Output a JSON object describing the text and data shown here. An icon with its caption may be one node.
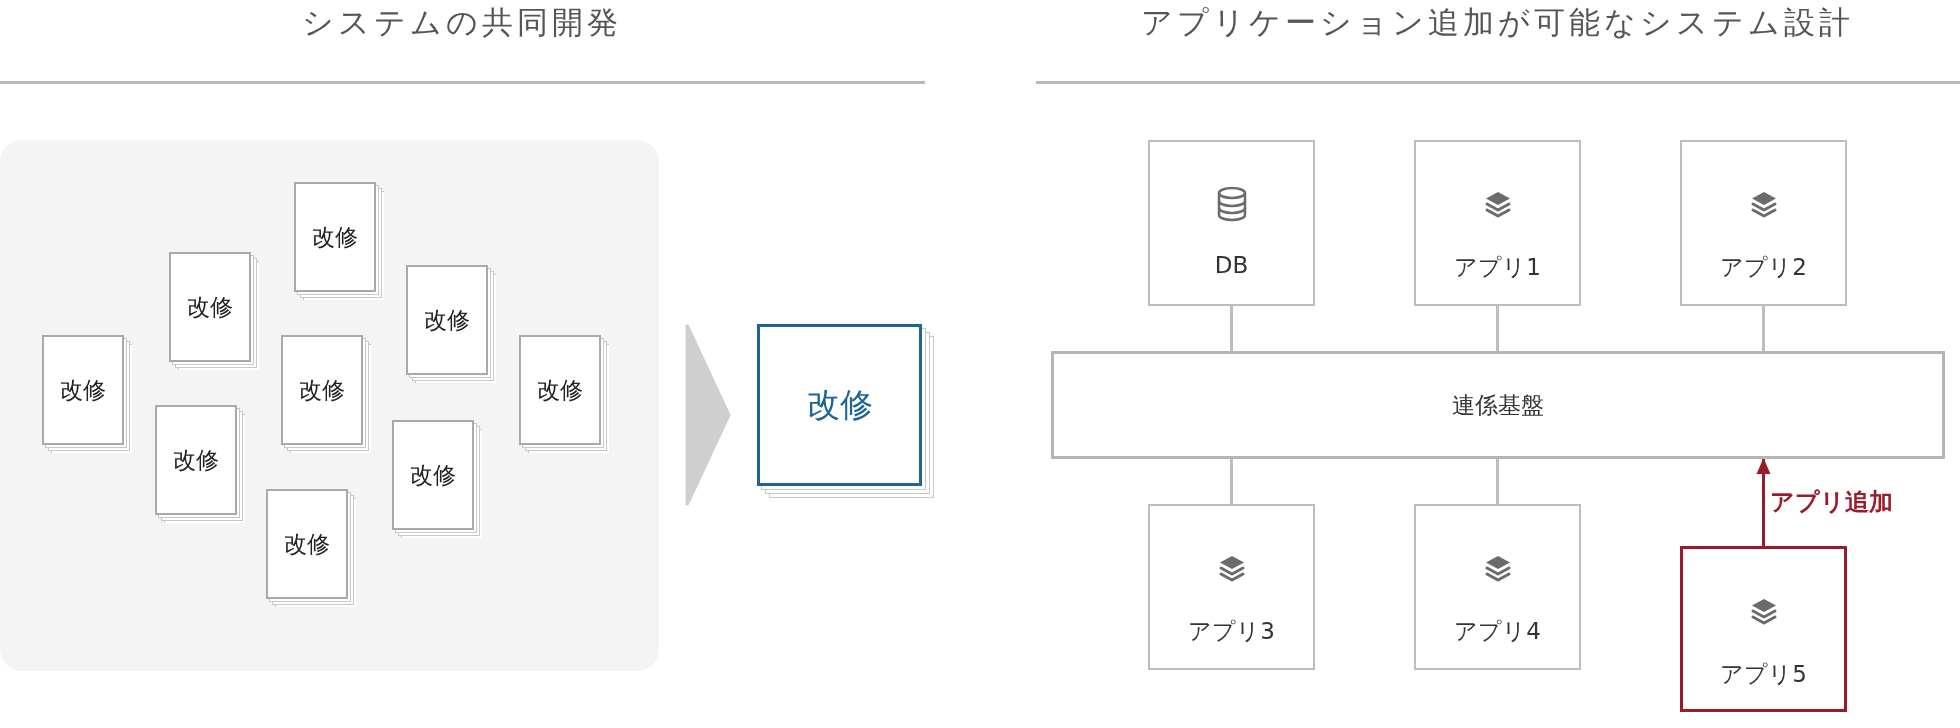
{
  "diagram": {
    "nodes": [
      {
        "text": [],
        "shape": "box"
      },
      {
        "text": [
          "改修"
        ],
        "in": 0
      },
      {
        "text": [
          "改修"
        ],
        "in": 0
      },
      {
        "text": [
          "改修"
        ],
        "in": 0
      },
      {
        "text": [
          "改修"
        ],
        "in": 0
      },
      {
        "text": [
          "改修"
        ],
        "in": 0
      },
      {
        "text": [
          "改修"
        ],
        "in": 0
      },
      {
        "text": [
          "改修"
        ],
        "in": 0
      },
      {
        "text": [
          "改修"
        ],
        "in": 0
      },
      {
        "text": [
          "改修"
        ],
        "in": 0
      },
      {
        "text": [
          "改修"
        ]
      },
      {
        "text": [
          "DB"
        ]
      },
      {
        "text": [
          "アプリ1"
        ]
      },
      {
        "text": [
          "アプリ2"
        ]
      },
      {
        "text": [
          "連係基盤"
        ]
      },
      {
        "text": [
          "アプリ3"
        ]
      },
      {
        "text": [
          "アプリ4"
        ]
      },
      {
        "text": [
          "アプリ5"
        ]
      }
    ],
    "edges": [
      {
        "from": 0,
        "to": 10,
        "arrow": "to"
      },
      {
        "from": 11,
        "to": 14,
        "arrow": "none"
      },
      {
        "from": 12,
        "to": 14,
        "arrow": "none"
      },
      {
        "from": 13,
        "to": 14,
        "arrow": "none"
      },
      {
        "from": 14,
        "to": 15,
        "arrow": "none"
      },
      {
        "from": 14,
        "to": 16,
        "arrow": "none"
      },
      {
        "from": 17,
        "to": 14,
        "arrow": "to",
        "label": "アプリ追加",
        "color": "#9c1b2b"
      }
    ],
    "labels": [
      "システムの共同開発",
      "アプリケーション追加が可能なシステム設計"
    ]
  }
}
